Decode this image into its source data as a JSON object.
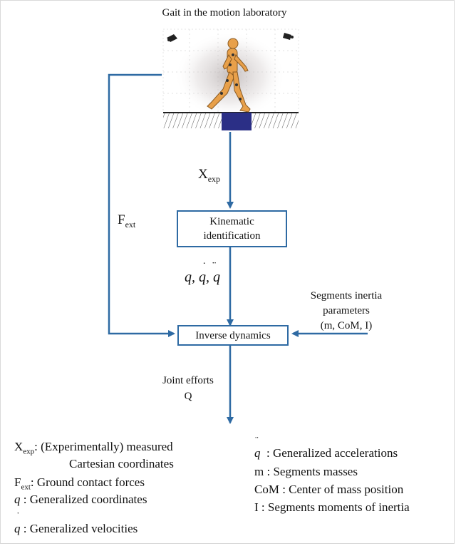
{
  "title": "Gait in the motion laboratory",
  "inputs": {
    "x_main": "X",
    "x_sub": "exp",
    "f_main": "F",
    "f_sub": "ext",
    "q_symbols": "q, q, q",
    "inertia_line1": "Segments inertia",
    "inertia_line2": "parameters",
    "inertia_line3": "(m, CoM, I)"
  },
  "boxes": {
    "kinematic_line1": "Kinematic",
    "kinematic_line2": "identification",
    "inverse": "Inverse dynamics"
  },
  "output": {
    "line1": "Joint efforts",
    "line2": "Q"
  },
  "legend_left": {
    "xexp_main": "X",
    "xexp_sub": "exp",
    "xexp_desc": ": (Experimentally) measured",
    "xexp_desc2": "Cartesian coordinates",
    "fext_main": "F",
    "fext_sub": "ext",
    "fext_desc": ": Ground contact forces",
    "q_sym": "q",
    "q_desc": ": Generalized coordinates",
    "qd_sym": "q",
    "qd_desc": ": Generalized velocities"
  },
  "legend_right": {
    "qdd_sym": "q",
    "qdd_desc": ": Generalized accelerations",
    "m_line": "m : Segments masses",
    "com_line": "CoM : Center of mass position",
    "i_line": "I : Segments moments of inertia"
  },
  "colors": {
    "arrow": "#2e6aa3",
    "force_plate": "#2b2f86",
    "skin": "#e8a04a",
    "shadow": "#b0a8a8"
  }
}
